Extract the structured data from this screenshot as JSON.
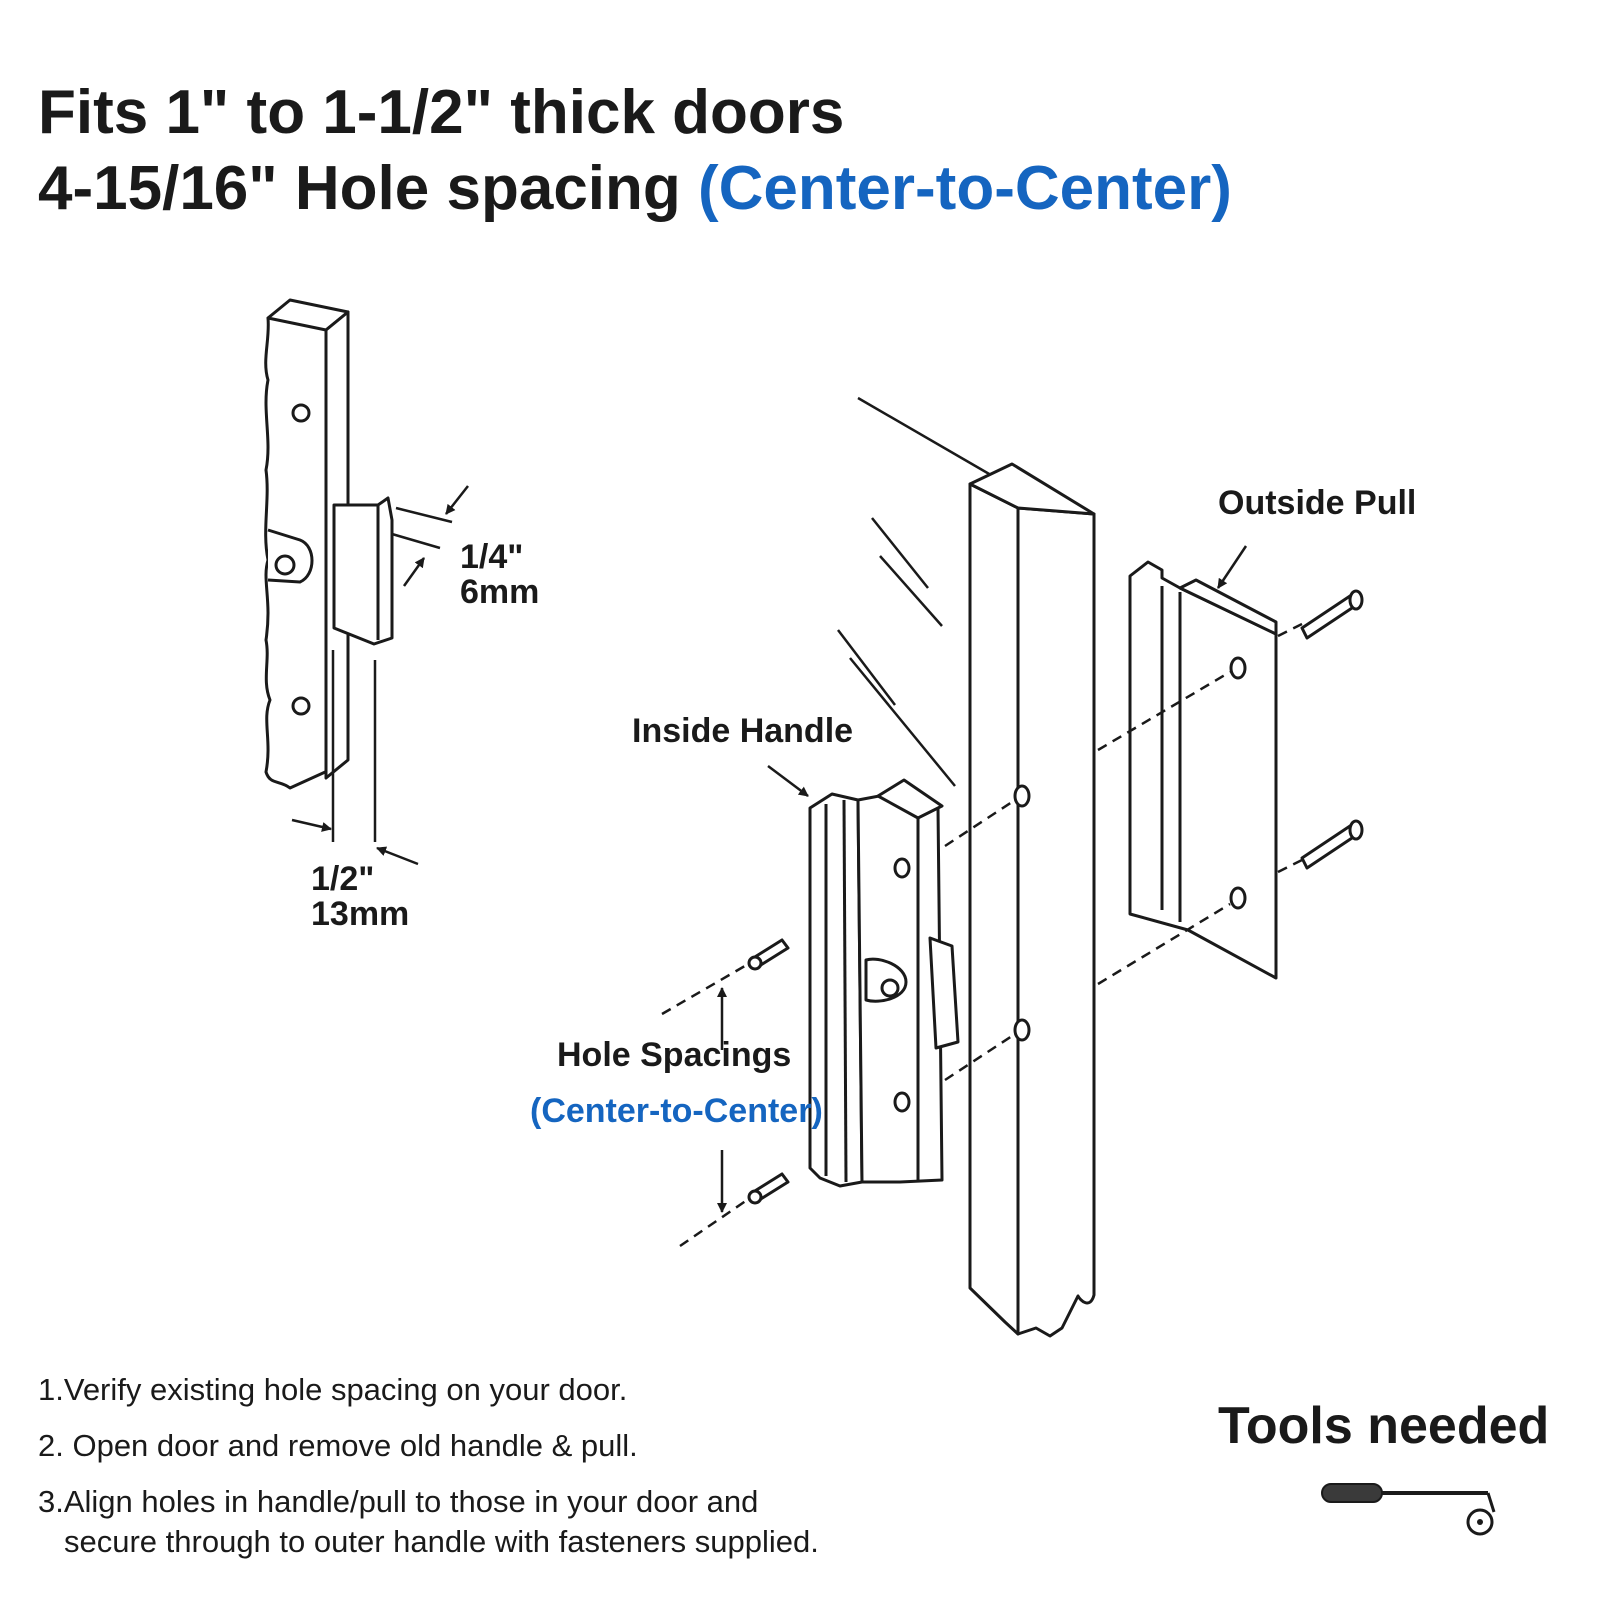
{
  "header": {
    "line1": "Fits 1\" to 1-1/2\" thick doors",
    "line2_prefix": "4-15/16\" Hole spacing ",
    "line2_highlight": "(Center-to-Center)"
  },
  "diagram": {
    "dim_quarter_in": "1/4\"",
    "dim_quarter_mm": "6mm",
    "dim_half_in": "1/2\"",
    "dim_half_mm": "13mm",
    "label_inside_handle": "Inside Handle",
    "label_outside_pull": "Outside Pull",
    "label_hole_spacings": "Hole Spacings",
    "label_center": "(Center-to-Center)"
  },
  "instructions": {
    "step1": "1.Verify existing hole spacing on your door.",
    "step2": "2. Open door and remove old handle & pull.",
    "step3a": "3.Align holes in handle/pull to those in your door and",
    "step3b": "secure through to outer handle with fasteners supplied."
  },
  "tools": {
    "title": "Tools needed",
    "icon": "screwdriver-icon"
  },
  "colors": {
    "text": "#1a1a1a",
    "accent": "#1565c0",
    "background": "#ffffff"
  }
}
